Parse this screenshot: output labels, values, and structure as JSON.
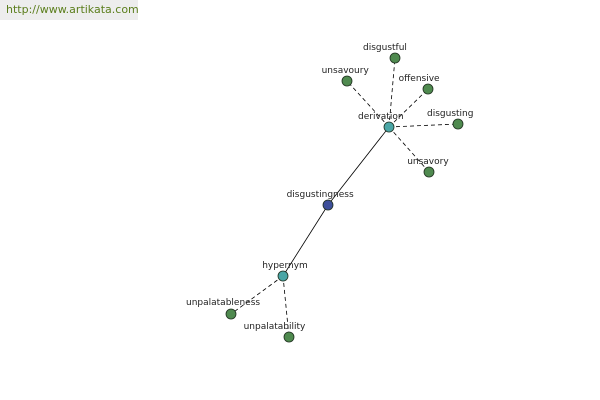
{
  "watermark": "http://www.artikata.com",
  "colors": {
    "leaf": "#4f8a4f",
    "relation": "#4aa6a6",
    "center": "#3d4f9a"
  },
  "nodes": [
    {
      "id": "disgustingness",
      "label": "disgustingness",
      "kind": "center"
    },
    {
      "id": "derivation",
      "label": "derivation",
      "kind": "relation"
    },
    {
      "id": "hypernym",
      "label": "hypernym",
      "kind": "relation"
    },
    {
      "id": "disgustful",
      "label": "disgustful",
      "kind": "leaf"
    },
    {
      "id": "unsavoury",
      "label": "unsavoury",
      "kind": "leaf"
    },
    {
      "id": "offensive",
      "label": "offensive",
      "kind": "leaf"
    },
    {
      "id": "disgusting",
      "label": "disgusting",
      "kind": "leaf"
    },
    {
      "id": "unsavory",
      "label": "unsavory",
      "kind": "leaf"
    },
    {
      "id": "unpalatableness",
      "label": "unpalatableness",
      "kind": "leaf"
    },
    {
      "id": "unpalatability",
      "label": "unpalatability",
      "kind": "leaf"
    }
  ],
  "edges": [
    {
      "from": "disgustingness",
      "to": "derivation",
      "style": "solid"
    },
    {
      "from": "disgustingness",
      "to": "hypernym",
      "style": "solid"
    },
    {
      "from": "derivation",
      "to": "disgustful",
      "style": "dashed"
    },
    {
      "from": "derivation",
      "to": "unsavoury",
      "style": "dashed"
    },
    {
      "from": "derivation",
      "to": "offensive",
      "style": "dashed"
    },
    {
      "from": "derivation",
      "to": "disgusting",
      "style": "dashed"
    },
    {
      "from": "derivation",
      "to": "unsavory",
      "style": "dashed"
    },
    {
      "from": "hypernym",
      "to": "unpalatableness",
      "style": "dashed"
    },
    {
      "from": "hypernym",
      "to": "unpalatability",
      "style": "dashed"
    }
  ]
}
